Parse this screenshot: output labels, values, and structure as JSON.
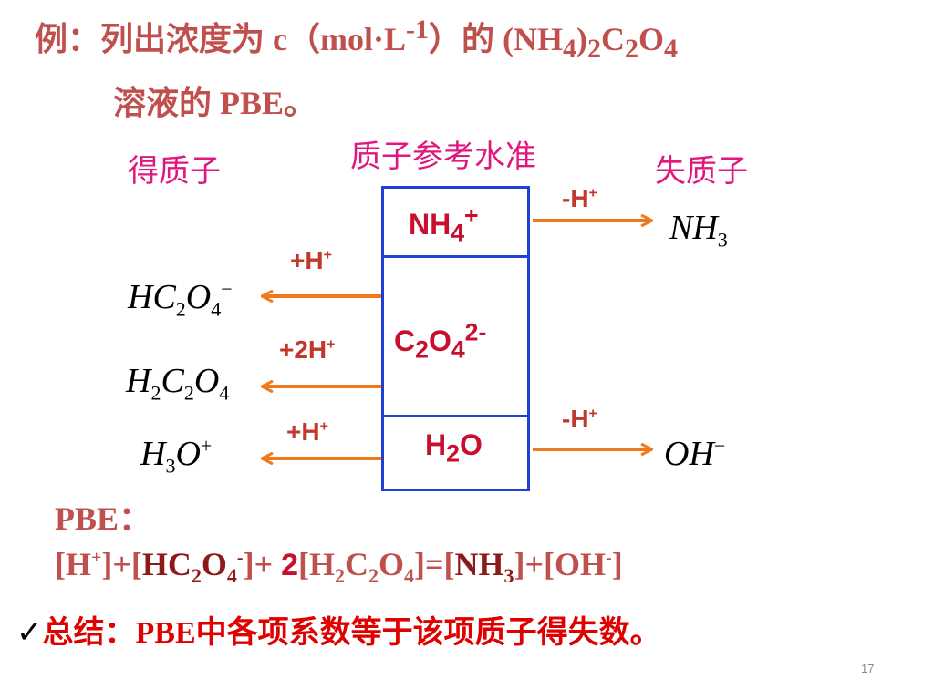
{
  "title": {
    "line1_pre": "例：列出浓度为 c（mol·L",
    "line1_sup": "-1",
    "line1_mid": "）的 (NH",
    "sub_4a": "4",
    "paren_close": ")",
    "sub_2a": "2",
    "c": "C",
    "sub_2b": "2",
    "o": "O",
    "sub_4b": "4",
    "line2": "溶液的 PBE。"
  },
  "labels": {
    "gain": "得质子",
    "reference": "质子参考水准",
    "lose": "失质子"
  },
  "reference_species": {
    "nh4_main": "NH",
    "nh4_sub": "4",
    "nh4_sup": "+",
    "c2o4_c": "C",
    "c2o4_sub1": "2",
    "c2o4_o": "O",
    "c2o4_sub2": "4",
    "c2o4_sup": "2-",
    "h2o_h": "H",
    "h2o_sub": "2",
    "h2o_o": "O"
  },
  "arrows": {
    "minus_h_1": "-H",
    "minus_h_1_sup": "+",
    "plus_h_1": "+H",
    "plus_h_1_sup": "+",
    "plus_2h": "+2H",
    "plus_2h_sup": "+",
    "plus_h_2": "+H",
    "plus_h_2_sup": "+",
    "minus_h_2": "-H",
    "minus_h_2_sup": "+"
  },
  "products": {
    "nh3_main": "NH",
    "nh3_sub": "3",
    "hc2o4_h": "HC",
    "hc2o4_sub1": "2",
    "hc2o4_o": "O",
    "hc2o4_sub2": "4",
    "hc2o4_sup": "−",
    "h2c2o4_h": "H",
    "h2c2o4_sub1": "2",
    "h2c2o4_c": "C",
    "h2c2o4_sub2": "2",
    "h2c2o4_o": "O",
    "h2c2o4_sub3": "4",
    "h3o_h": "H",
    "h3o_sub": "3",
    "h3o_o": "O",
    "h3o_sup": "+",
    "oh_main": "OH",
    "oh_sup": "−"
  },
  "pbe": {
    "label": "PBE：",
    "eq_p1": "[H",
    "eq_p1_sup": "+",
    "eq_p2": "]+[",
    "eq_p3": "HC",
    "eq_s1": "2",
    "eq_p4": "O",
    "eq_s2": "4",
    "eq_sup2": "-",
    "eq_p5": "]+ ",
    "coef": "2",
    "eq_p6": "[H",
    "eq_s3": "2",
    "eq_p7": "C",
    "eq_s4": "2",
    "eq_p8": "O",
    "eq_s5": "4",
    "eq_p9": "]=[",
    "eq_p10": "NH",
    "eq_s6": "3",
    "eq_p11": "]+[OH",
    "eq_sup3": "-",
    "eq_p12": "]"
  },
  "summary": {
    "check": "✓",
    "prefix": "总结：",
    "pbe": "PBE",
    "rest": "中各项系数等于该项质子得失数。"
  },
  "page_number": "17",
  "colors": {
    "title_red": "#c0504d",
    "magenta": "#e0177f",
    "box_blue": "#1f3fd6",
    "arrow_orange": "#f07a1a",
    "species_red": "#c8102e"
  }
}
